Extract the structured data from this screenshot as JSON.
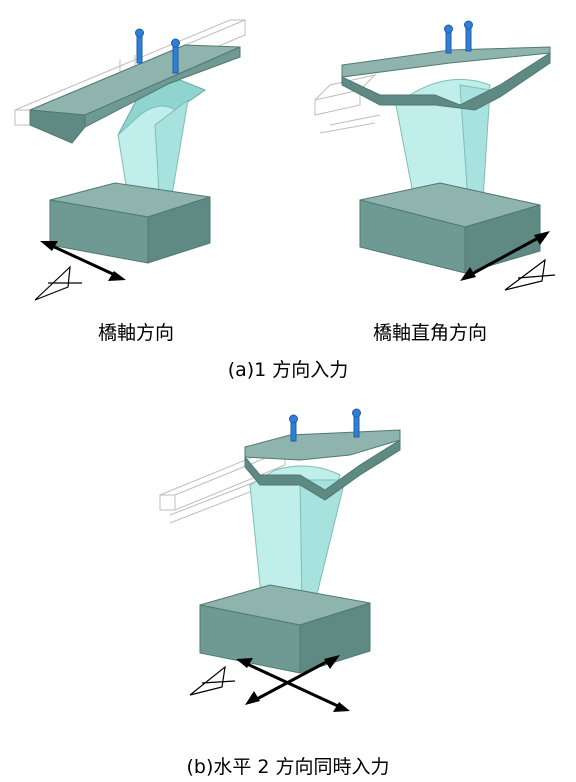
{
  "labels": {
    "longitudinal": "橋軸方向",
    "transverse": "橋軸直角方向"
  },
  "captions": {
    "a": "(a)1 方向入力",
    "b": "(b)水平 2 方向同時入力"
  },
  "colors": {
    "concrete_top": "#8fb3ad",
    "concrete_side": "#5f8983",
    "concrete_front": "#6f9a94",
    "column": "#bfeeeb",
    "column_shade": "#8fd4cf",
    "wire": "#bdbdbd",
    "marker": "#2f7fd6"
  }
}
